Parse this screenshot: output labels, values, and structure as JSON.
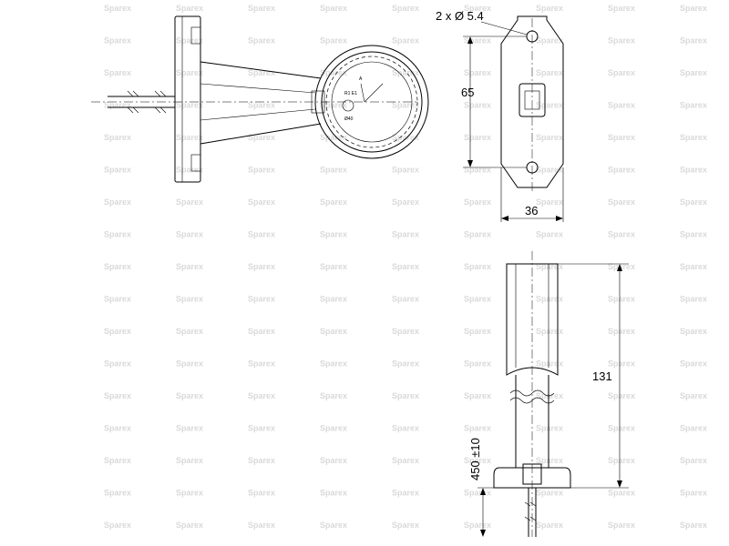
{
  "watermark": {
    "text": "Sparex"
  },
  "dimensions": {
    "hole_spec": "2 x Ø 5.4",
    "height": "65",
    "width": "36",
    "arm_length": "131",
    "cable_length": "450 ±10"
  },
  "lens_marks": {
    "mark_a": "A",
    "code_1": "R1 E1",
    "code_2": "Ø40"
  },
  "colors": {
    "line": "#000000",
    "watermark": "#d9d9d9",
    "background": "#ffffff"
  }
}
